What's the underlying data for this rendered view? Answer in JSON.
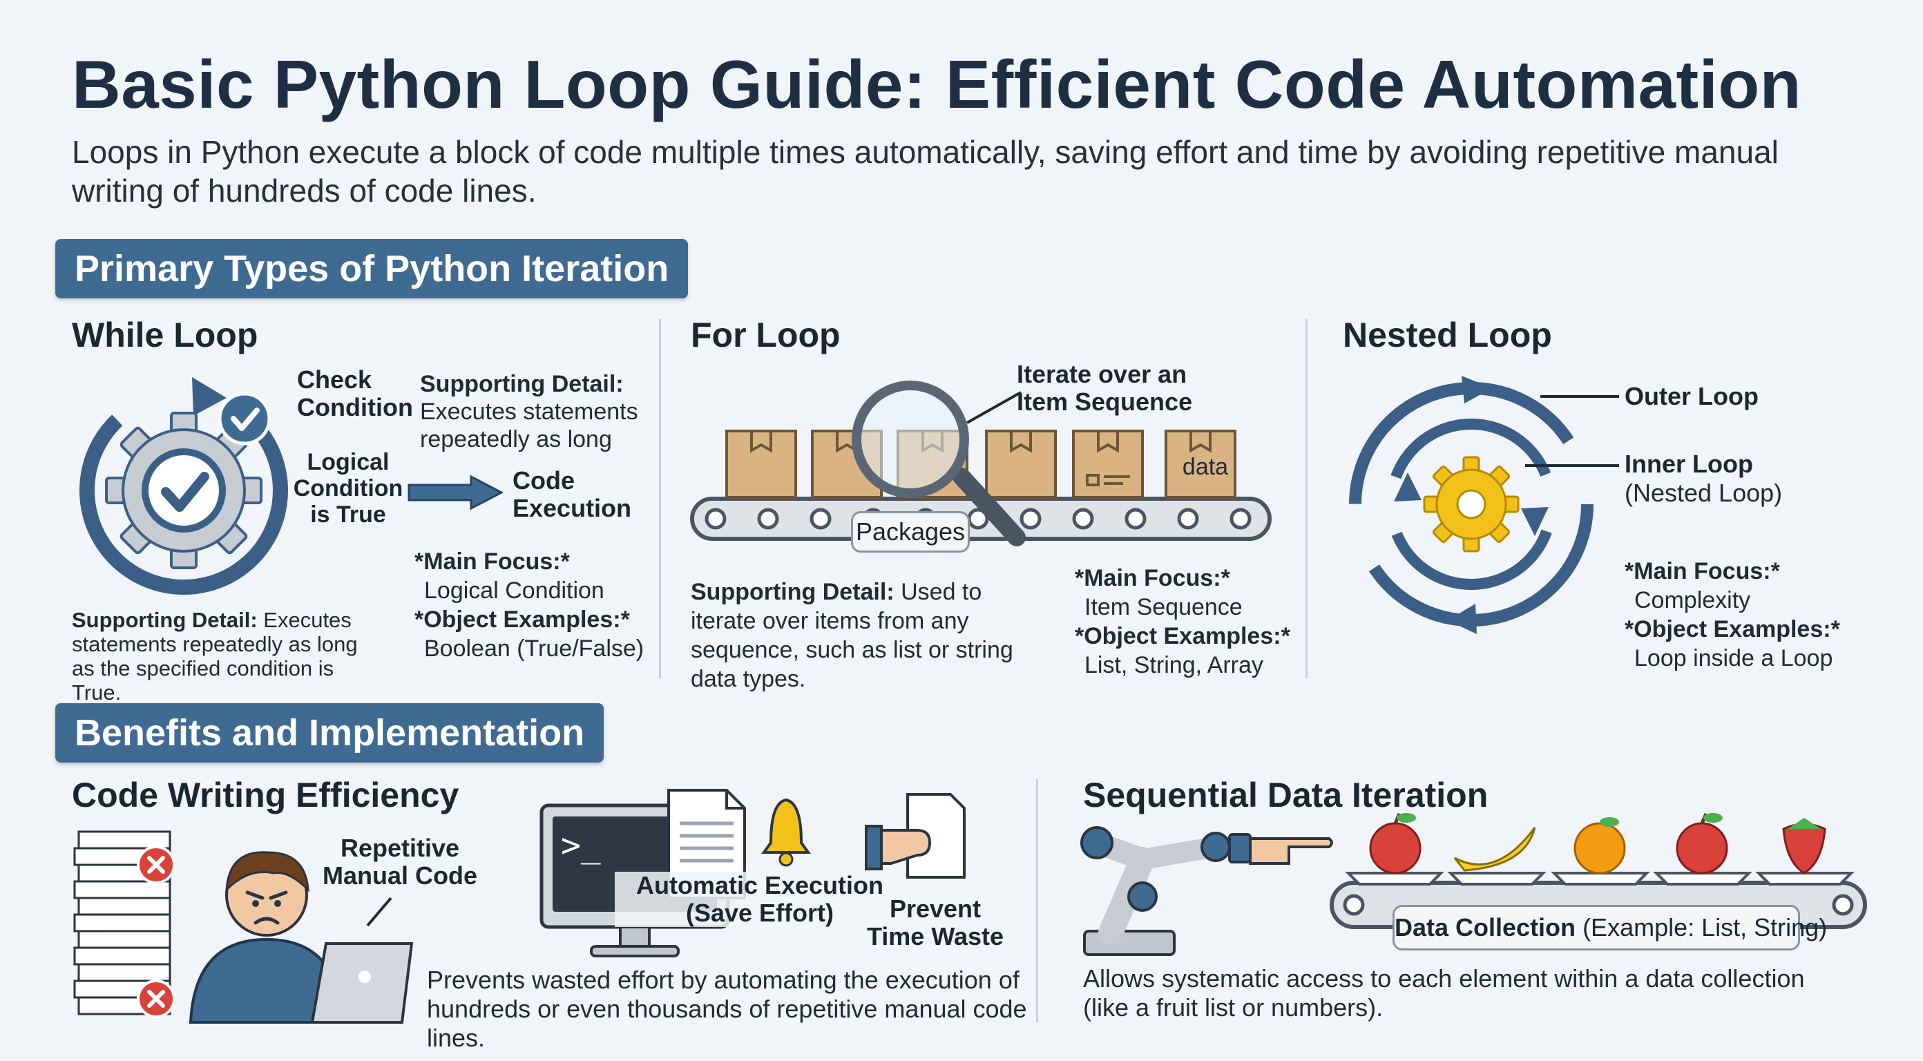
{
  "title": "Basic Python Loop Guide: Efficient Code Automation",
  "intro": "Loops in Python execute a block of code multiple times automatically, saving effort and time by avoiding repetitive manual writing of hundreds of code lines.",
  "sections": {
    "types": {
      "heading": "Primary Types of Python Iteration",
      "while": {
        "title": "While Loop",
        "check": "Check Condition",
        "logical": "Logical Condition is True",
        "code_exec": "Code Execution",
        "side_detail_label": "Supporting Detail:",
        "side_detail_text": "Executes statements repeatedly as long",
        "main_focus_label": "*Main Focus:*",
        "main_focus": "Logical Condition",
        "examples_label": "*Object Examples:*",
        "examples": "Boolean (True/False)",
        "detail_label": "Supporting Detail:",
        "detail_text": "Executes statements repeatedly as long as the specified condition is True."
      },
      "for": {
        "title": "For Loop",
        "iterate": "Iterate over an Item Sequence",
        "packages": "Packages",
        "box_data": "data",
        "detail_label": "Supporting Detail:",
        "detail_text": "Used to iterate over items from any sequence, such as list or string data types.",
        "main_focus_label": "*Main Focus:*",
        "main_focus": "Item Sequence",
        "examples_label": "*Object Examples:*",
        "examples": "List, String, Array"
      },
      "nested": {
        "title": "Nested Loop",
        "outer": "Outer Loop",
        "inner": "Inner Loop",
        "inner_sub": "(Nested Loop)",
        "main_focus_label": "*Main Focus:*",
        "main_focus": "Complexity",
        "examples_label": "*Object Examples:*",
        "examples": "Loop inside a Loop"
      }
    },
    "benefits": {
      "heading": "Benefits and Implementation",
      "efficiency": {
        "title": "Code Writing Efficiency",
        "repetitive": "Repetitive Manual Code",
        "terminal_prompt": ">_",
        "auto_exec": "Automatic Execution",
        "auto_exec_sub": "(Save Effort)",
        "prevent": "Prevent Time Waste",
        "detail": "Prevents wasted effort by automating the execution of hundreds or even thousands of repetitive manual code lines."
      },
      "sequential": {
        "title": "Sequential Data Iteration",
        "collection_label": "Data Collection",
        "collection_example": "(Example: List, String)",
        "detail": "Allows systematic access to each element within a data collection (like a fruit list or numbers)."
      }
    }
  },
  "colors": {
    "navy": "#1e2f44",
    "banner": "#3f6b93",
    "loop_blue": "#3b5f86",
    "gear_grey": "#c7ccd2",
    "box_tan": "#d9b482",
    "gear_yellow": "#f2c21b",
    "error_red": "#d9423a"
  }
}
